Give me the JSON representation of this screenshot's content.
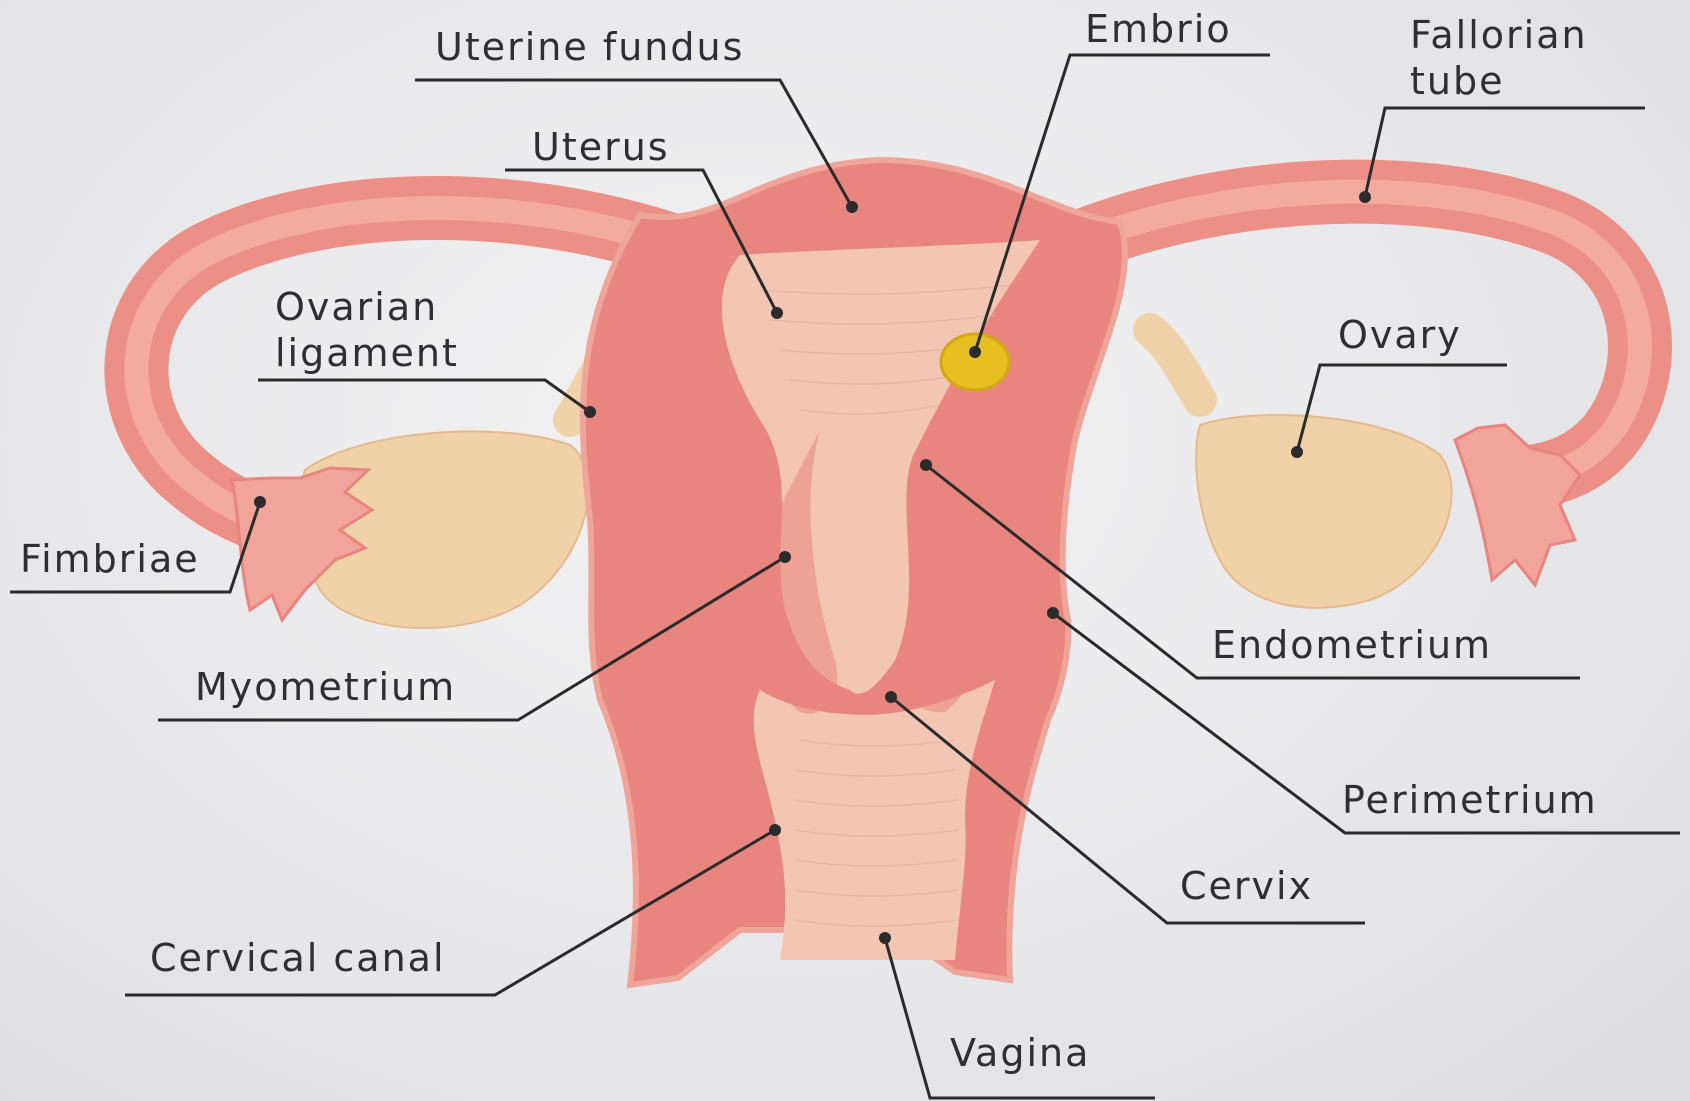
{
  "labels": {
    "uterine_fundus": "Uterine fundus",
    "embrio": "Embrio",
    "fallopian_tube": "Fallorian\ntube",
    "uterus": "Uterus",
    "ovarian_ligament": "Ovarian\nligament",
    "ovary": "Ovary",
    "fimbriae": "Fimbriae",
    "myometrium": "Myometrium",
    "endometrium": "Endometrium",
    "perimetrium": "Perimetrium",
    "cervix": "Cervix",
    "cervical_canal": "Cervical canal",
    "vagina": "Vagina"
  },
  "colors": {
    "background": "#e9e9ea",
    "muscle": "#e8857e",
    "tube_outer": "#ec8f86",
    "tube_inner": "#f4ab9f",
    "lining": "#f3c6b4",
    "ovary": "#f0d2a8",
    "embryo": "#e8bf22",
    "leader_line": "#2b2b2b"
  }
}
